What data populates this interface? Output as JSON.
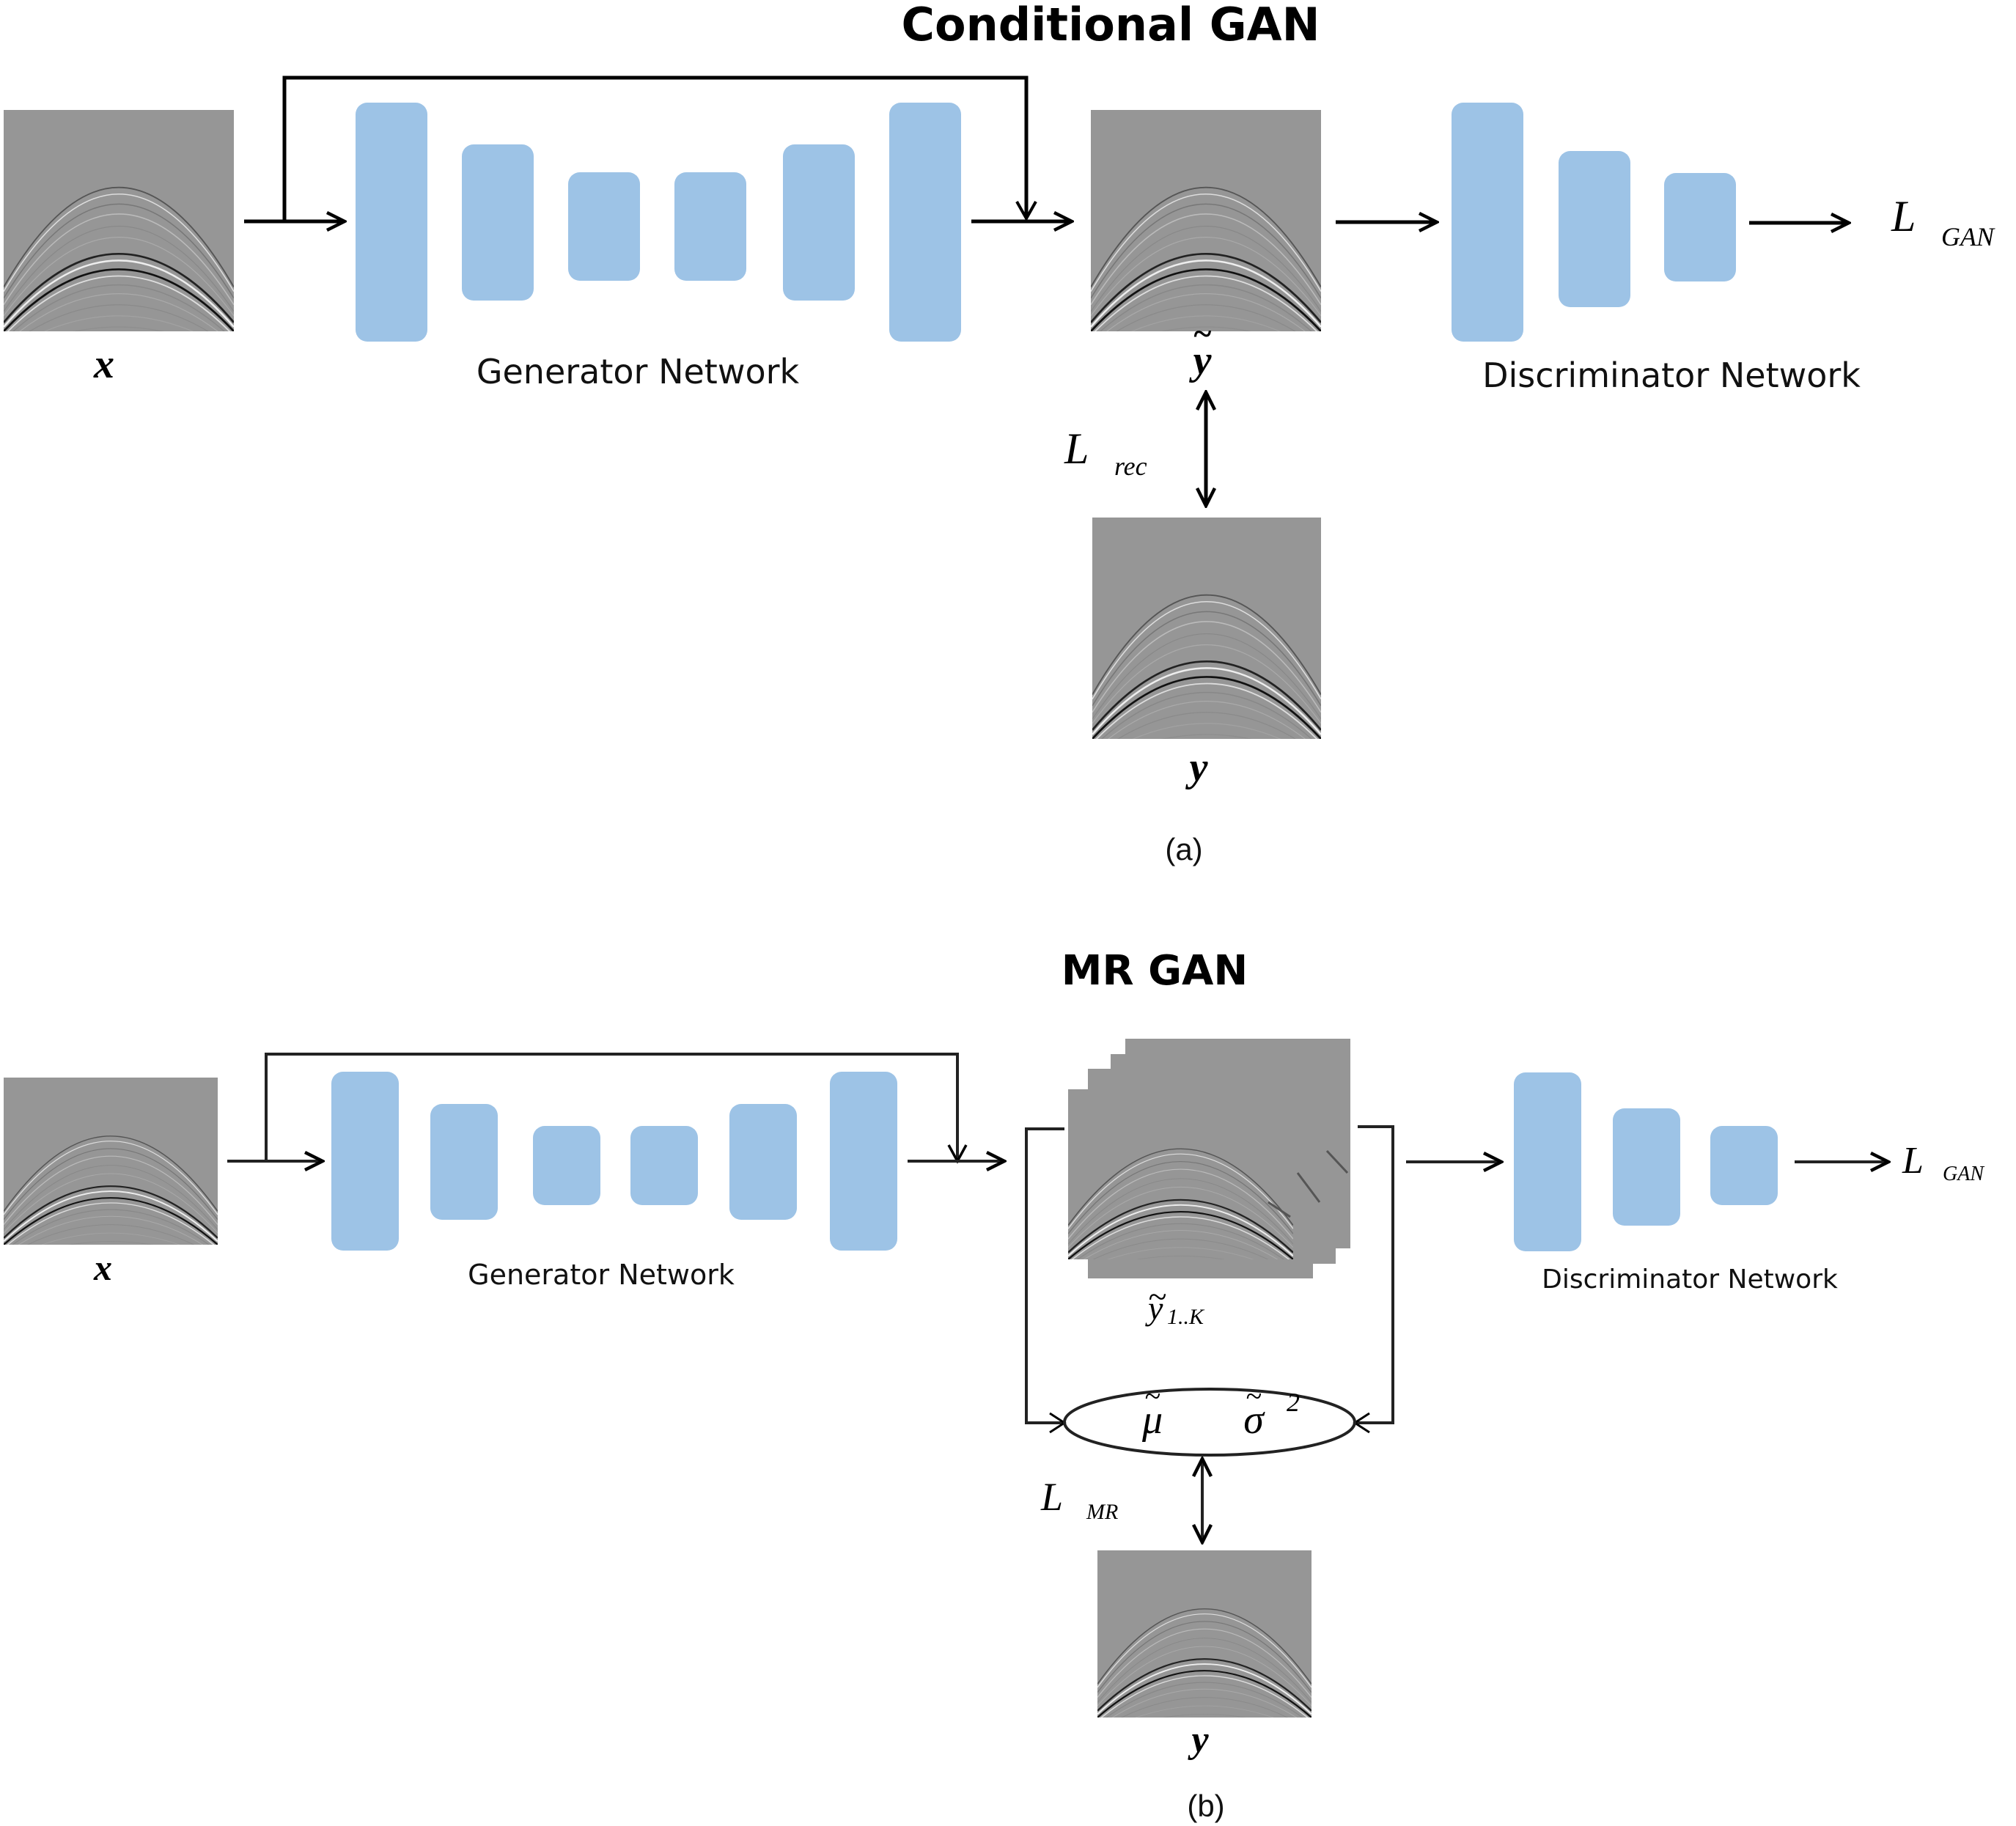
{
  "colors": {
    "layer_block": "#9dc3e6",
    "seismic_background": "#969696",
    "line": "#000000"
  },
  "panel_a": {
    "title": "Conditional GAN",
    "caption": "(a)",
    "input_label": "x",
    "output_label": "y",
    "output_tilde": "~",
    "target_label": "y",
    "generator_label": "Generator Network",
    "discriminator_label": "Discriminator Network",
    "loss_gan": {
      "main": "L",
      "sub": "GAN"
    },
    "loss_rec": {
      "main": "L",
      "sub": "rec"
    },
    "generator_layers": 6,
    "discriminator_layers": 3
  },
  "panel_b": {
    "title": "MR GAN",
    "caption": "(b)",
    "input_label": "x",
    "samples_label": {
      "main": "y",
      "tilde": "~",
      "sub": "1..K"
    },
    "target_label": "y",
    "generator_label": "Generator Network",
    "discriminator_label": "Discriminator Network",
    "moments": {
      "mean": "μ",
      "variance": "σ",
      "variance_power": "2",
      "tilde": "~"
    },
    "loss_gan": {
      "main": "L",
      "sub": "GAN"
    },
    "loss_mr": {
      "main": "L",
      "sub": "MR"
    },
    "generator_layers": 6,
    "discriminator_layers": 3,
    "stacked_samples": 4
  }
}
